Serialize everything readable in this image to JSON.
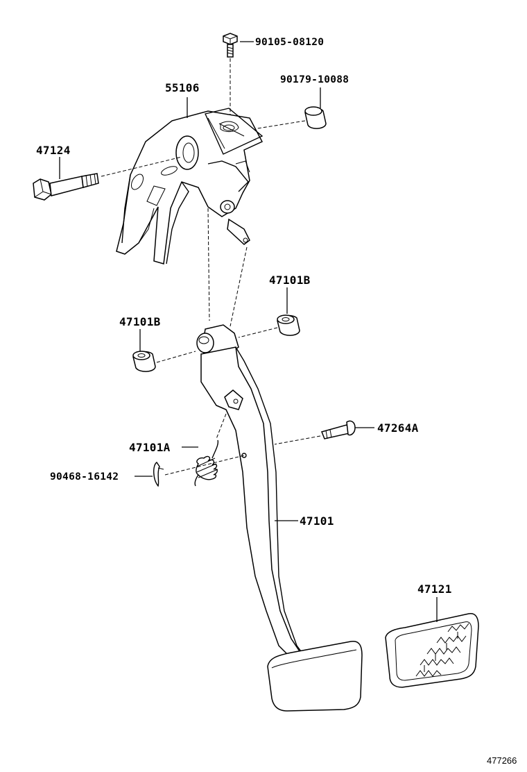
{
  "diagram": {
    "labels": {
      "bolt_top": "90105-08120",
      "bracket": "55106",
      "bushing_top": "90179-10088",
      "bolt_left": "47124",
      "bushing_right": "47101B",
      "bushing_left": "47101B",
      "spring": "47101A",
      "clip": "90468-16142",
      "pin": "47264A",
      "pedal_arm": "47101",
      "pedal_pad": "47121"
    },
    "reference_id": "477266"
  }
}
